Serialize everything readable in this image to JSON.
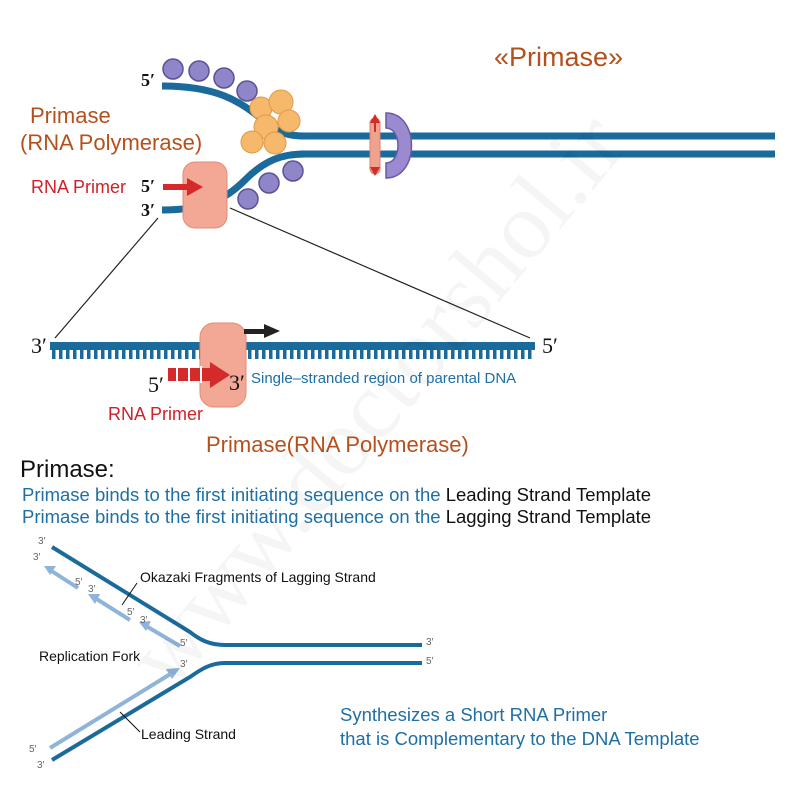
{
  "title": "«Primase»",
  "top_panel": {
    "label_primase": [
      "Primase",
      "(RNA Polymerase)"
    ],
    "label_rna_primer": "RNA Primer",
    "strand_5_top": "5′",
    "strand_5_primer": "5′",
    "strand_3_primer": "3′"
  },
  "zoom_panel": {
    "left_end": "3′",
    "right_end": "5′",
    "primer_5": "5′",
    "primer_3": "3′",
    "single_stranded_label": "Single–stranded region of parental DNA",
    "rna_primer_label": "RNA Primer",
    "primase_label": "Primase(RNA Polymerase)"
  },
  "text_block": {
    "heading": "Primase:",
    "line1_blue": "Primase binds to the first initiating sequence on the ",
    "line1_black": "Leading Strand Template",
    "line2_blue": "Primase binds to the first initiating sequence on the ",
    "line2_black": "Lagging Strand Template"
  },
  "fork_panel": {
    "okazaki_label": "Okazaki Fragments of Lagging Strand",
    "replication_fork_label": "Replication Fork",
    "leading_strand_label": "Leading Strand",
    "end_labels": {
      "top_outer_3": "3′",
      "top_inner_3": "3′",
      "right_top_3": "3′",
      "right_bottom_5": "5′",
      "bottom_outer_5": "5′",
      "bottom_outer_3": "3′",
      "leading_primer_3": "3′",
      "frag1_5": "5′",
      "frag1_3": "3′",
      "frag2_5": "5′",
      "frag2_3": "3′",
      "frag3_5": "5′"
    },
    "caption": [
      "Synthesizes a Short RNA Primer",
      "that is Complementary to the DNA Template"
    ]
  },
  "watermark": "www.doctorshol.ir",
  "colors": {
    "dna_blue": "#1b6a9c",
    "primer_red": "#d42a2a",
    "helicase_purple": "#8c7dc4",
    "ssb_violet": "#8e86c9",
    "primase_orange": "#f6b86a",
    "primase_body": "#f2a894",
    "label_orange": "#b5501c",
    "text_blue": "#1d6fa5",
    "pale_blue": "#8fb4d8"
  }
}
